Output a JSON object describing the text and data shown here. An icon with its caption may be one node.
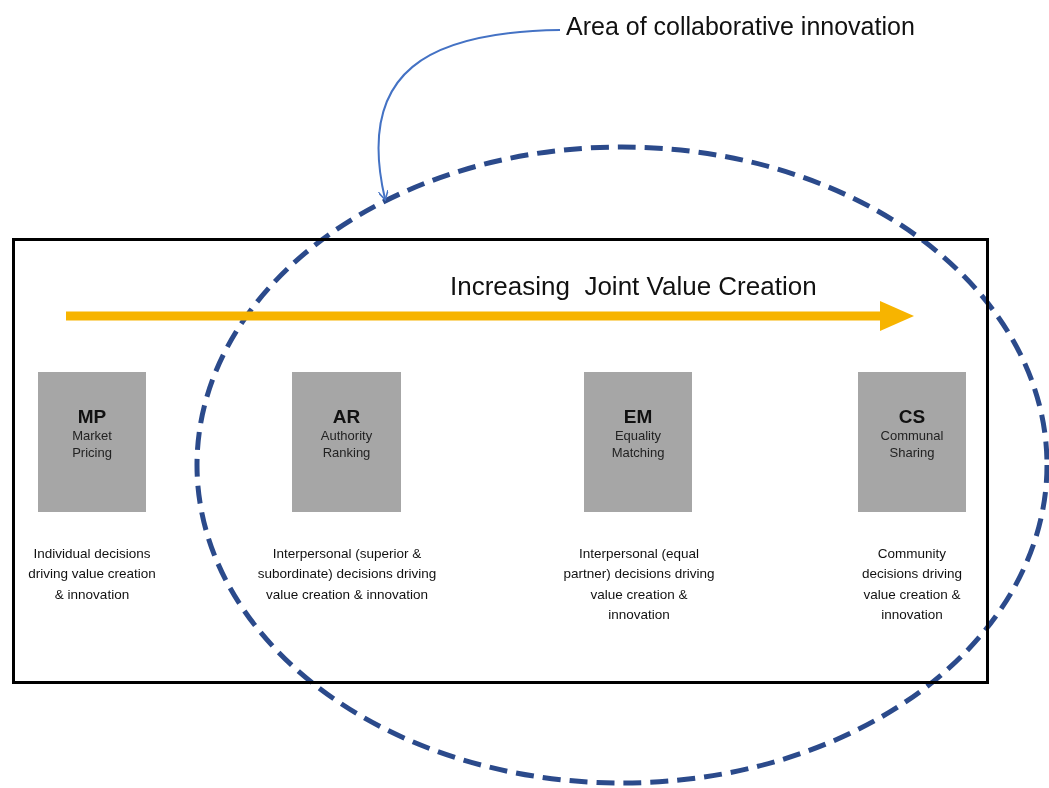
{
  "diagram": {
    "nodes": [
      {
        "text": [
          "Increasing  Joint Value Creation"
        ]
      },
      {
        "text": [
          "MP",
          "Market Pricing"
        ],
        "in": 0
      },
      {
        "text": [
          "AR",
          "Authority Ranking"
        ],
        "in": 0
      },
      {
        "text": [
          "EM",
          "Equality Matching"
        ],
        "in": 0
      },
      {
        "text": [
          "CS",
          "Communal Sharing"
        ],
        "in": 0
      },
      {
        "text": [
          "Area of collaborative innovation"
        ]
      },
      {
        "text": [],
        "shape": "ellipse"
      }
    ],
    "labels": [
      "Individual decisions driving value creation & innovation",
      "Interpersonal (superior & subordinate) decisions driving value creation & innovation",
      "Interpersonal (equal partner) decisions driving value creation & innovation",
      "Community decisions driving value creation & innovation"
    ],
    "edges": [
      {
        "from": 5,
        "to": 6,
        "arrow": "to",
        "color": "#4472c4"
      }
    ]
  }
}
